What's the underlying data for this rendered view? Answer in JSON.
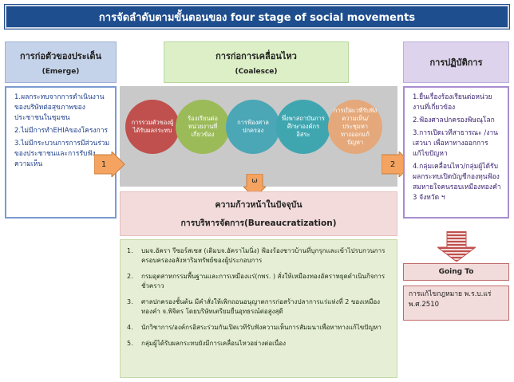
{
  "title": "การจัดลำดับตามขั้นตอนของ four stage of social movements",
  "headers": {
    "left": {
      "label": "การก่อตัวของประเด็น",
      "sub": "(Emerge)"
    },
    "middle": {
      "label": "การก่อการเคลื่อนไหว",
      "sub": "(Coalesce)"
    },
    "right": {
      "label": "การปฏิบัติการ"
    }
  },
  "left_list": [
    "1.ผลกระทบจากการดำเนินงานของบริษัทต่อสุขภาพของประชาชนในชุมชน",
    "2.ไม่มีการทำEHIAของโครงการ",
    "3.ไม่มีกระบวนการการมีส่วนร่วมของประชาชนและการรับฟังความเห็น"
  ],
  "circles": [
    "การรวมตัวของผู้ได้รับผลกระทบ",
    "ร้องเรียนต่อหน่วยงานที่เกี่ยวข้อง",
    "การฟ้องศาลปกครอง",
    "พึ่งพาสถาบันการศึกษาองค์กรอิสระ",
    "การเปิดเวทีรับฟังความเห็น/ประชุมหาทางออกแก้ปัญหา"
  ],
  "arrows": {
    "left": "1",
    "right": "2",
    "down": "ω"
  },
  "right_list": [
    "1.ยื่นเรื่องร้องเรียนต่อหน่วยงานที่เกี่ยวข้อง",
    "2.ฟ้องศาลปกครองพิษณุโลก",
    "3.การเปิดเวทีสาธารณะ /งานเสวนา เพื่อหาทางออกการแก้ไขปัญหา",
    "4.กลุ่มเคลื่อนไหว/กลุ่มผู้ได้รับผลกระทบเปิดบัญชีกองทุนฟ้องสมหายใจคนรอบเหมืองทองคำ 3 จังหวัด ฯ"
  ],
  "progress": {
    "line1": "ความก้าวหน้าในปัจจุบัน",
    "line2": "การบริหารจัดการ(Bureaucratization)"
  },
  "bottom_list": [
    {
      "num": "1.",
      "text": "บมจ.อัครา รีซอร์สเซส (เดิมบจ.อัคราไมนิ่ง) ฟ้องร้องชาวบ้านที่บุกรุกและเข้าไปรบกวนการครอบครองอสังหาริมทรัพย์ของผู้ประกอบการ"
    },
    {
      "num": "2.",
      "text": "กรมอุตสาหกรรมพื้นฐานและการเหมืองแร่(กพร. ) สั่งให้เหมืองทองอัคราหยุดดำเนินกิจการชั่วคราว"
    },
    {
      "num": "3.",
      "text": "ศาลปกครองชั้นต้น มีคำสั่งให้เพิกถอนอนุญาตการก่อสร้างปลาการแร่แห่งที่ 2 ของเหมืองทองคำ จ.พิจิตร โดยบริษัทเตรียมยื่นอุทธรณ์ต่อสูงสุดี"
    },
    {
      "num": "4.",
      "text": "นักวิชาการ/องค์กรอิสระร่วมกันเปิดเวทีรับฟังความเห็นการสัมมนาเพื่อหาทางแก้ไขปัญหา"
    },
    {
      "num": "5.",
      "text": "กลุ่มผู้ได้รับผลกระทบยังมีการเคลื่อนไหวอย่างต่อเนื่อง"
    }
  ],
  "going_to": {
    "label": "Going To",
    "result": "การแก้ไขกฎหมาย พ.ร.บ.แร่ พ.ศ.2510"
  },
  "colors": {
    "title_bg": "#1f4e8f",
    "circle1": "#c0504d",
    "circle2": "#9bbb59",
    "circle3": "#4ba6b6",
    "circle4": "#3fa6b0",
    "circle5": "#e4a87a",
    "arrow": "#f4a460"
  }
}
